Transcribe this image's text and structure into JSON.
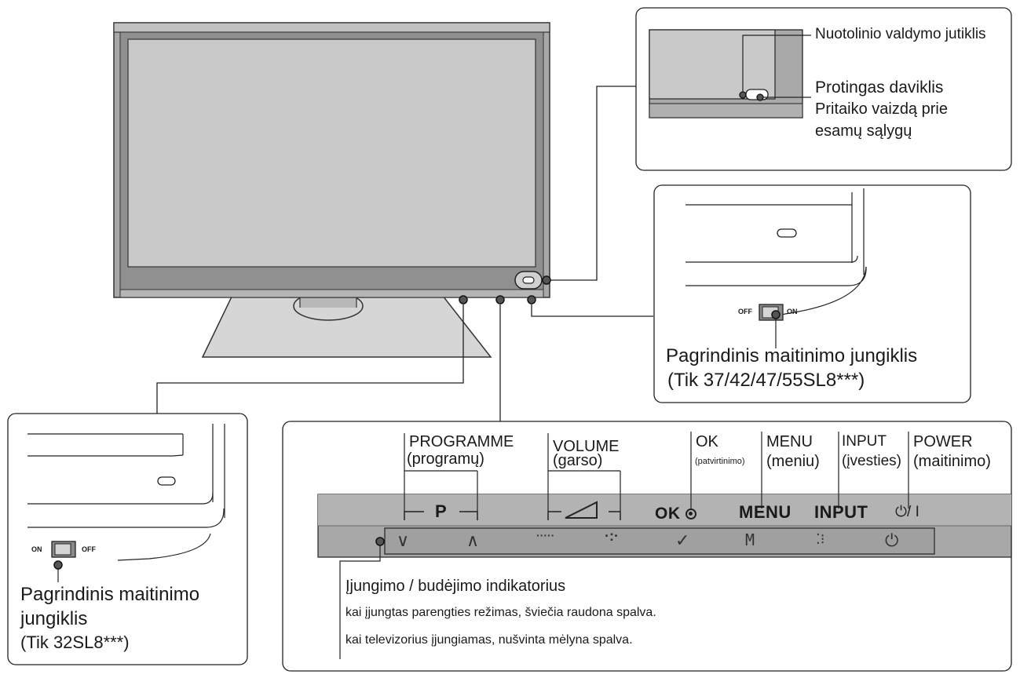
{
  "callouts": {
    "remote_sensor": "Nuotolinio valdymo jutiklis",
    "intelligent_sensor_title": "Protingas daviklis",
    "intelligent_sensor_desc_1": "Pritaiko vaizdą prie",
    "intelligent_sensor_desc_2": "esamų sąlygų",
    "main_power_right_1": "Pagrindinis maitinimo jungiklis",
    "main_power_right_2": "(Tik 37/42/47/55SL8***)",
    "main_power_left_1": "Pagrindinis maitinimo",
    "main_power_left_2": "jungiklis",
    "main_power_left_3": "(Tik 32SL8***)"
  },
  "switch_labels": {
    "right_off": "OFF",
    "right_on": "ON",
    "left_on": "ON",
    "left_off": "OFF"
  },
  "control_labels": {
    "programme": "PROGRAMME",
    "programme_lt": "(programų)",
    "volume": "VOLUME",
    "volume_lt": "(garso)",
    "ok": "OK",
    "ok_lt": "(patvirtinimo)",
    "menu": "MENU",
    "menu_lt": "(meniu)",
    "input": "INPUT",
    "input_lt": "(įvesties)",
    "power": "POWER",
    "power_lt": "(maitinimo)"
  },
  "panel_buttons": {
    "p": "P",
    "ok": "OK",
    "menu": "MENU",
    "input": "INPUT",
    "power": "⏻/ I"
  },
  "panel_symbols": {
    "prog_down": "∨",
    "prog_up": "∧",
    "vol_down": "·····",
    "vol_up": "·:·",
    "ok": "✓",
    "menu": "M",
    "input": "⁚⁝",
    "power": "⏻"
  },
  "indicator": {
    "title": "Įjungimo / budėjimo indikatorius",
    "line_1": "kai įjungtas parengties režimas, šviečia raudona spalva.",
    "line_2": "kai televizorius įjungiamas, nušvinta mėlyna spalva."
  }
}
